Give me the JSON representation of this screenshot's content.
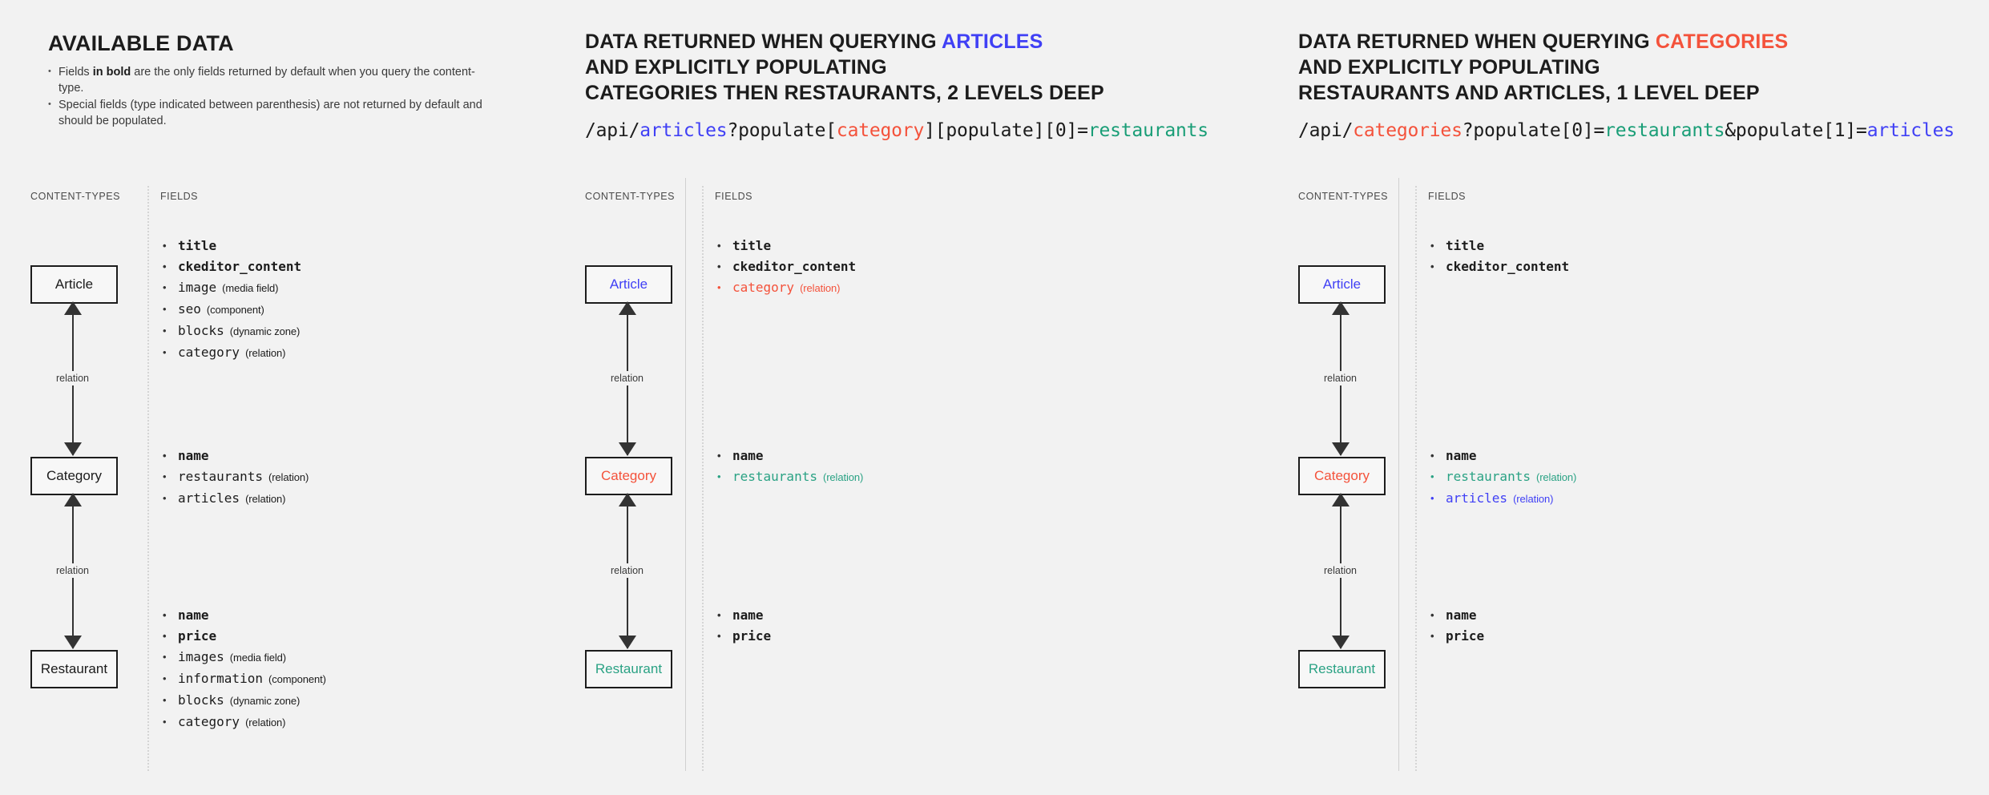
{
  "colors": {
    "background": "#f2f2f2",
    "articles_blue": "#4040f5",
    "categories_red": "#f4523b",
    "restaurants_teal": "#2aa284",
    "box_border": "#1c1c1c"
  },
  "panels": [
    {
      "id": "available-data",
      "title_plain": "AVAILABLE DATA",
      "bullets": [
        {
          "pre": "Fields ",
          "bold": "in bold",
          "post": " are the only fields returned by default when you query the content-type."
        },
        {
          "pre": "Special fields (type indicated between parenthesis) are not returned by default and should be populated.",
          "bold": "",
          "post": ""
        }
      ],
      "col_headers": {
        "content_types": "CONTENT-TYPES",
        "fields": "FIELDS"
      },
      "relation_label": "relation",
      "nodes": [
        {
          "name": "Article",
          "color": "default"
        },
        {
          "name": "Category",
          "color": "default"
        },
        {
          "name": "Restaurant",
          "color": "default"
        }
      ],
      "field_groups": [
        {
          "for": "Article",
          "fields": [
            {
              "name": "title",
              "type": "",
              "bold": true,
              "color": "default"
            },
            {
              "name": "ckeditor_content",
              "type": "",
              "bold": true,
              "color": "default"
            },
            {
              "name": "image",
              "type": "(media field)",
              "bold": false,
              "color": "default"
            },
            {
              "name": "seo",
              "type": "(component)",
              "bold": false,
              "color": "default"
            },
            {
              "name": "blocks",
              "type": "(dynamic zone)",
              "bold": false,
              "color": "default"
            },
            {
              "name": "category",
              "type": "(relation)",
              "bold": false,
              "color": "default"
            }
          ]
        },
        {
          "for": "Category",
          "fields": [
            {
              "name": "name",
              "type": "",
              "bold": true,
              "color": "default"
            },
            {
              "name": "restaurants",
              "type": "(relation)",
              "bold": false,
              "color": "default"
            },
            {
              "name": "articles",
              "type": "(relation)",
              "bold": false,
              "color": "default"
            }
          ]
        },
        {
          "for": "Restaurant",
          "fields": [
            {
              "name": "name",
              "type": "",
              "bold": true,
              "color": "default"
            },
            {
              "name": "price",
              "type": "",
              "bold": true,
              "color": "default"
            },
            {
              "name": "images",
              "type": "(media field)",
              "bold": false,
              "color": "default"
            },
            {
              "name": "information",
              "type": "(component)",
              "bold": false,
              "color": "default"
            },
            {
              "name": "blocks",
              "type": "(dynamic zone)",
              "bold": false,
              "color": "default"
            },
            {
              "name": "category",
              "type": "(relation)",
              "bold": false,
              "color": "default"
            }
          ]
        }
      ]
    },
    {
      "id": "query-articles",
      "title_lines": [
        [
          {
            "t": "DATA RETURNED WHEN QUERYING ",
            "c": "default"
          },
          {
            "t": "ARTICLES",
            "c": "blue"
          }
        ],
        [
          {
            "t": "AND EXPLICITLY POPULATING",
            "c": "default"
          }
        ],
        [
          {
            "t": "CATEGORIES THEN RESTAURANTS, 2 LEVELS DEEP",
            "c": "default"
          }
        ]
      ],
      "url_parts": [
        {
          "t": "/api/",
          "c": "default"
        },
        {
          "t": "articles",
          "c": "blue"
        },
        {
          "t": "?populate[",
          "c": "default"
        },
        {
          "t": "category",
          "c": "red"
        },
        {
          "t": "][populate][0]=",
          "c": "default"
        },
        {
          "t": "restaurants",
          "c": "green"
        }
      ],
      "col_headers": {
        "content_types": "CONTENT-TYPES",
        "fields": "FIELDS"
      },
      "relation_label": "relation",
      "nodes": [
        {
          "name": "Article",
          "color": "blue"
        },
        {
          "name": "Category",
          "color": "red"
        },
        {
          "name": "Restaurant",
          "color": "teal"
        }
      ],
      "field_groups": [
        {
          "for": "Article",
          "fields": [
            {
              "name": "title",
              "type": "",
              "bold": true,
              "color": "default"
            },
            {
              "name": "ckeditor_content",
              "type": "",
              "bold": true,
              "color": "default"
            },
            {
              "name": "category",
              "type": "(relation)",
              "bold": false,
              "color": "red"
            }
          ]
        },
        {
          "for": "Category",
          "fields": [
            {
              "name": "name",
              "type": "",
              "bold": true,
              "color": "default"
            },
            {
              "name": "restaurants",
              "type": "(relation)",
              "bold": false,
              "color": "green"
            }
          ]
        },
        {
          "for": "Restaurant",
          "fields": [
            {
              "name": "name",
              "type": "",
              "bold": true,
              "color": "default"
            },
            {
              "name": "price",
              "type": "",
              "bold": true,
              "color": "default"
            }
          ]
        }
      ]
    },
    {
      "id": "query-categories",
      "title_lines": [
        [
          {
            "t": "DATA RETURNED WHEN QUERYING ",
            "c": "default"
          },
          {
            "t": "CATEGORIES",
            "c": "red"
          }
        ],
        [
          {
            "t": "AND EXPLICITLY POPULATING",
            "c": "default"
          }
        ],
        [
          {
            "t": "RESTAURANTS AND ARTICLES, 1 LEVEL DEEP",
            "c": "default"
          }
        ]
      ],
      "url_parts": [
        {
          "t": "/api/",
          "c": "default"
        },
        {
          "t": "categories",
          "c": "red"
        },
        {
          "t": "?populate[0]=",
          "c": "default"
        },
        {
          "t": "restaurants",
          "c": "green"
        },
        {
          "t": "&populate[1]=",
          "c": "default"
        },
        {
          "t": "articles",
          "c": "blue"
        }
      ],
      "col_headers": {
        "content_types": "CONTENT-TYPES",
        "fields": "FIELDS"
      },
      "relation_label": "relation",
      "nodes": [
        {
          "name": "Article",
          "color": "blue"
        },
        {
          "name": "Category",
          "color": "red"
        },
        {
          "name": "Restaurant",
          "color": "teal"
        }
      ],
      "field_groups": [
        {
          "for": "Article",
          "fields": [
            {
              "name": "title",
              "type": "",
              "bold": true,
              "color": "default"
            },
            {
              "name": "ckeditor_content",
              "type": "",
              "bold": true,
              "color": "default"
            }
          ]
        },
        {
          "for": "Category",
          "fields": [
            {
              "name": "name",
              "type": "",
              "bold": true,
              "color": "default"
            },
            {
              "name": "restaurants",
              "type": "(relation)",
              "bold": false,
              "color": "green"
            },
            {
              "name": "articles",
              "type": "(relation)",
              "bold": false,
              "color": "blue"
            }
          ]
        },
        {
          "for": "Restaurant",
          "fields": [
            {
              "name": "name",
              "type": "",
              "bold": true,
              "color": "default"
            },
            {
              "name": "price",
              "type": "",
              "bold": true,
              "color": "default"
            }
          ]
        }
      ]
    }
  ]
}
